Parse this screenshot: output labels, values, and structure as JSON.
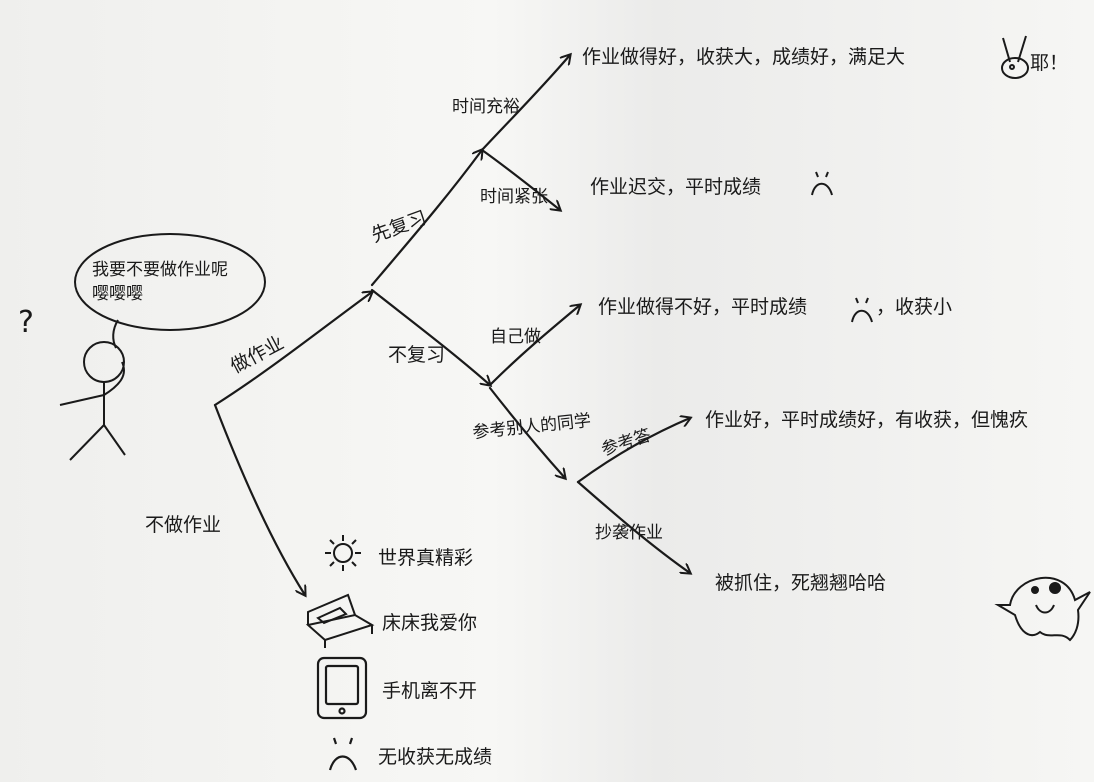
{
  "thought": "我要不要做作业呢嘤嘤嘤",
  "question_mark": "?",
  "branches": {
    "do_homework": "做作业",
    "no_homework": "不做作业",
    "study_first": "先复习",
    "no_study": "不复习",
    "time_enough": "时间充裕",
    "time_short": "时间紧张",
    "self_do": "自己做",
    "ref_classmate": "参考别人的同学",
    "ref_answer": "参考答",
    "copy_homework": "抄袭作业"
  },
  "outcomes": {
    "o1": "作业做得好，收获大，成绩好，满足大",
    "o1_exclaim": "耶！",
    "o2": "作业迟交，平时成绩",
    "o3": "作业做得不好，平时成绩",
    "o3_tail": "，收获小",
    "o4": "作业好，平时成绩好，有收获，但愧疚",
    "o5": "被抓住，死翘翘哈哈"
  },
  "no_homework_list": [
    {
      "icon": "sun-icon",
      "text": "世界真精彩"
    },
    {
      "icon": "bed-icon",
      "text": "床床我爱你"
    },
    {
      "icon": "phone-icon",
      "text": "手机离不开"
    },
    {
      "icon": "sad-face-icon",
      "text": "无收获无成绩"
    }
  ]
}
